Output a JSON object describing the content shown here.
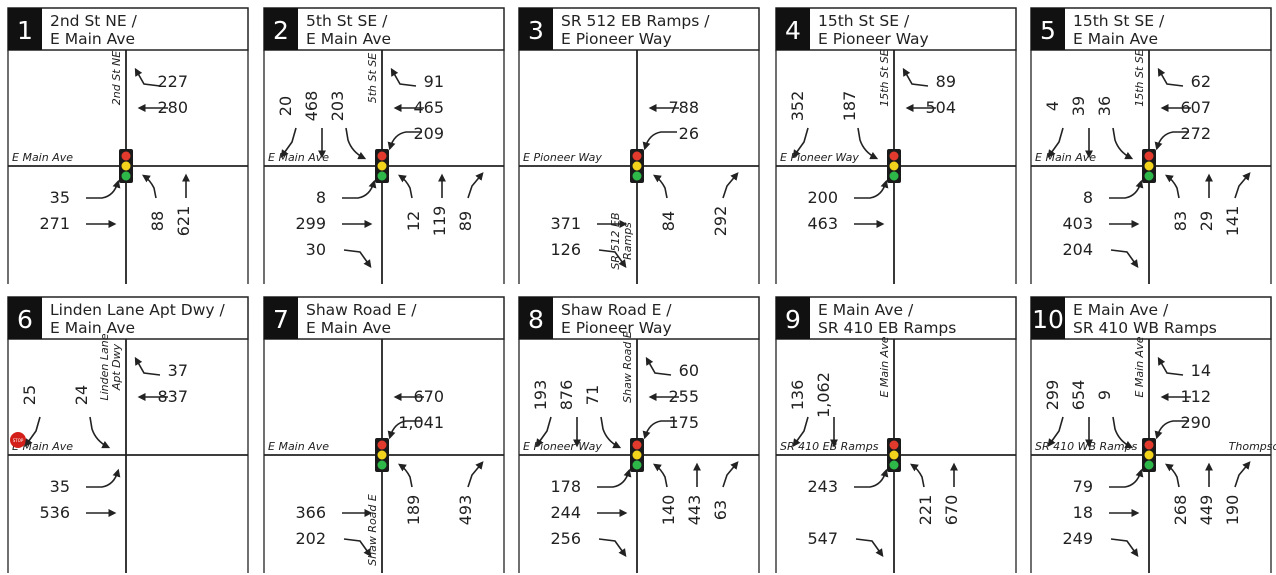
{
  "panels": [
    {
      "number": "1",
      "title_line1": "2nd St NE /",
      "title_line2": "E Main Ave",
      "control": "signal",
      "ns_street": [
        "2nd St NE"
      ],
      "ew_street": [
        "E Main Ave"
      ],
      "volumes": {
        "wb_r": "227",
        "wb_t": "280",
        "eb_l": "35",
        "eb_t": "271",
        "nb_l": "88",
        "nb_t": "621"
      }
    },
    {
      "number": "2",
      "title_line1": "5th St SE /",
      "title_line2": "E Main Ave",
      "control": "signal",
      "ns_street": [
        "5th St SE"
      ],
      "ew_street": [
        "E Main Ave"
      ],
      "volumes": {
        "sb_r": "20",
        "sb_t": "468",
        "sb_l": "203",
        "wb_r": "91",
        "wb_t": "465",
        "wb_l": "209",
        "eb_l": "8",
        "eb_t": "299",
        "eb_r": "30",
        "nb_l": "12",
        "nb_t": "119",
        "nb_r": "89"
      }
    },
    {
      "number": "3",
      "title_line1": "SR 512 EB Ramps /",
      "title_line2": "E Pioneer Way",
      "control": "signal",
      "ns_street": [
        "SR 512 EB",
        "Ramps"
      ],
      "ew_street": [
        "E Pioneer Way"
      ],
      "volumes": {
        "wb_t": "788",
        "wb_l": "26",
        "eb_t": "371",
        "eb_r": "126",
        "nb_l": "84",
        "nb_r": "292"
      }
    },
    {
      "number": "4",
      "title_line1": "15th St SE /",
      "title_line2": "E Pioneer Way",
      "control": "signal",
      "ns_street": [
        "15th St SE"
      ],
      "ew_street": [
        "E Pioneer Way"
      ],
      "volumes": {
        "sb_r": "352",
        "sb_l": "187",
        "wb_r": "89",
        "wb_t": "504",
        "eb_l": "200",
        "eb_t": "463"
      }
    },
    {
      "number": "5",
      "title_line1": "15th St SE /",
      "title_line2": "E Main Ave",
      "control": "signal",
      "ns_street": [
        "15th St SE"
      ],
      "ew_street": [
        "E Main Ave"
      ],
      "volumes": {
        "sb_r": "4",
        "sb_t": "39",
        "sb_l": "36",
        "wb_r": "62",
        "wb_t": "607",
        "wb_l": "272",
        "eb_l": "8",
        "eb_t": "403",
        "eb_r": "204",
        "nb_l": "83",
        "nb_t": "29",
        "nb_r": "141"
      }
    },
    {
      "number": "6",
      "title_line1": "Linden Lane Apt Dwy /",
      "title_line2": "E Main Ave",
      "control": "stop",
      "stop_label": "STOP",
      "ns_street": [
        "Linden Lane",
        "Apt Dwy"
      ],
      "ew_street": [
        "E Main Ave"
      ],
      "volumes": {
        "sb_r": "25",
        "sb_l": "24",
        "wb_r": "37",
        "wb_t": "837",
        "eb_l": "35",
        "eb_t": "536"
      }
    },
    {
      "number": "7",
      "title_line1": "Shaw Road E /",
      "title_line2": "E Main Ave",
      "control": "signal",
      "ns_street": [
        "Shaw Road E"
      ],
      "ew_street": [
        "E Main Ave"
      ],
      "volumes": {
        "wb_t": "670",
        "wb_l": "1,041",
        "eb_t": "366",
        "eb_r": "202",
        "nb_l": "189",
        "nb_r": "493"
      }
    },
    {
      "number": "8",
      "title_line1": "Shaw Road E /",
      "title_line2": "E Pioneer Way",
      "control": "signal",
      "ns_street": [
        "Shaw Road E"
      ],
      "ew_street": [
        "E Pioneer Way"
      ],
      "volumes": {
        "sb_r": "193",
        "sb_t": "876",
        "sb_l": "71",
        "wb_r": "60",
        "wb_t": "255",
        "wb_l": "175",
        "eb_l": "178",
        "eb_t": "244",
        "eb_r": "256",
        "nb_l": "140",
        "nb_t": "443",
        "nb_r": "63"
      }
    },
    {
      "number": "9",
      "title_line1": "E Main Ave /",
      "title_line2": "SR 410 EB Ramps",
      "control": "signal",
      "ns_street": [
        "E Main Ave"
      ],
      "ew_street": [
        "SR 410 EB Ramps"
      ],
      "volumes": {
        "sb_r": "136",
        "sb_t": "1,062",
        "eb_l": "243",
        "eb_r": "547",
        "nb_l": "221",
        "nb_t": "670"
      }
    },
    {
      "number": "10",
      "title_line1": "E Main Ave /",
      "title_line2": "SR 410 WB Ramps",
      "control": "signal",
      "ns_street": [
        "E Main Ave"
      ],
      "ew_street": [
        "SR 410 WB Ramps"
      ],
      "ew_street_east": "Thompson St",
      "volumes": {
        "sb_r": "299",
        "sb_t": "654",
        "sb_l": "9",
        "wb_r": "14",
        "wb_t": "112",
        "wb_l": "290",
        "eb_l": "79",
        "eb_t": "18",
        "eb_r": "249",
        "nb_l": "268",
        "nb_t": "449",
        "nb_r": "190"
      }
    }
  ]
}
